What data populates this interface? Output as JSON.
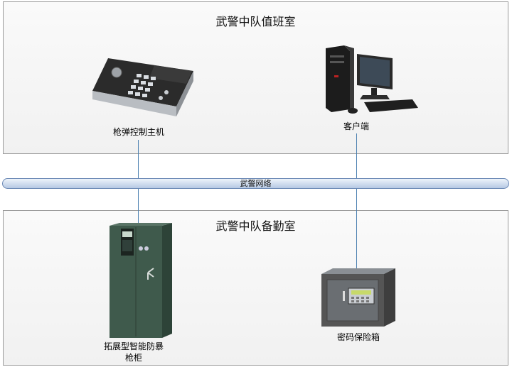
{
  "zones": {
    "duty_room": {
      "title": "武警中队值班室"
    },
    "standby_room": {
      "title": "武警中队备勤室"
    }
  },
  "network": {
    "label": "武警网络"
  },
  "devices": {
    "control_host": {
      "label": "枪弹控制主机",
      "icon": "control-panel-icon"
    },
    "client": {
      "label": "客户端",
      "icon": "desktop-computer-icon"
    },
    "gun_cabinet": {
      "label_line1": "拓展型智能防暴",
      "label_line2": "枪柜",
      "icon": "gun-cabinet-icon"
    },
    "safe": {
      "label": "密码保险箱",
      "icon": "safe-box-icon"
    }
  },
  "colors": {
    "link": "#4a7fb0",
    "network_border": "#6a88b5",
    "cabinet": "#3f5a4c",
    "safe": "#555555"
  }
}
